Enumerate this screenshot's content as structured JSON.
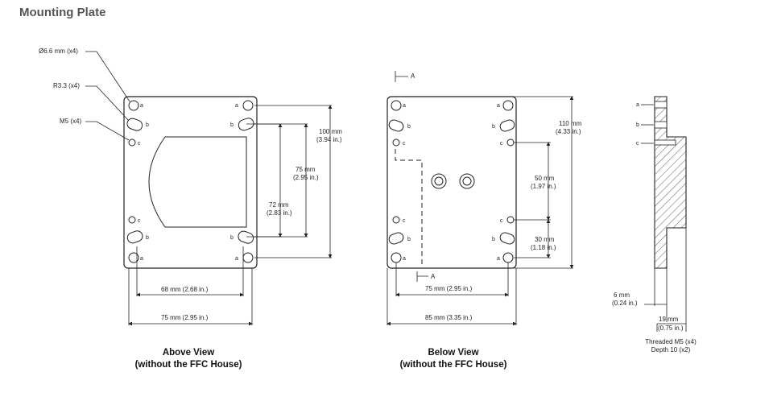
{
  "title": "Mounting Plate",
  "above_view": {
    "caption": "Above View",
    "subcaption": "(without the FFC House)",
    "callouts": {
      "a": "Ø6.6 mm (x4)",
      "b": "R3.3 (x4)",
      "c": "M5 (x4)"
    },
    "dims": {
      "height_mm": "100 mm",
      "height_in": "(3.94 in.)",
      "inner_mm": "75 mm",
      "inner_in": "(2.95 in.)",
      "mid_mm": "72 mm",
      "mid_in": "(2.83 in.)",
      "width_inner": "68 mm (2.68 in.)",
      "width_outer": "75 mm (2.95 in.)"
    }
  },
  "below_view": {
    "caption": "Below View",
    "subcaption": "(without the FFC House)",
    "section_label": "A",
    "dims": {
      "height_mm": "110 mm",
      "height_in": "(4.33 in.)",
      "d50_mm": "50 mm",
      "d50_in": "(1.97 in.)",
      "d30_mm": "30 mm",
      "d30_in": "(1.18 in.)",
      "width_inner": "75 mm (2.95 in.)",
      "width_outer": "85 mm (3.35 in.)"
    }
  },
  "side_view": {
    "dims": {
      "d6_mm": "6 mm",
      "d6_in": "(0.24 in.)",
      "d19_mm": "19 mm",
      "d19_in": "(0.75 in.)"
    },
    "note_line1": "Threaded M5 (x4)",
    "note_line2": "Depth 10 (x2)"
  },
  "hole_labels": {
    "a": "a",
    "b": "b",
    "c": "c"
  }
}
